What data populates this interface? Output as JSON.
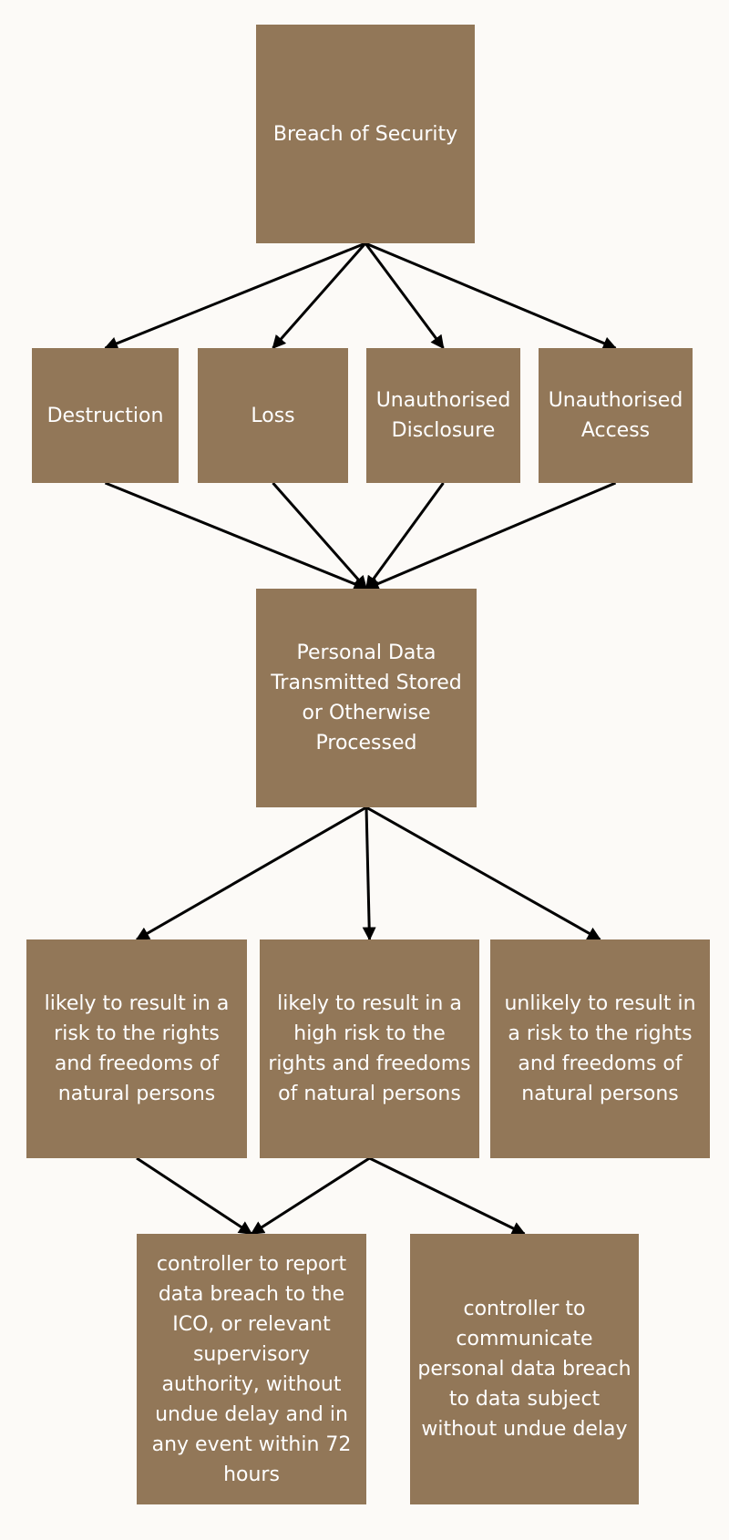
{
  "nodes": {
    "breach": "Breach of Security",
    "destruction": "Destruction",
    "loss": "Loss",
    "disclosure": "Unauthorised Disclosure",
    "access": "Unauthorised Access",
    "personal": "Personal Data Transmitted Stored or Otherwise Processed",
    "risk": "likely to result in a risk to the rights and freedoms of natural persons",
    "highrisk": "likely to result in a high risk to the rights and freedoms of natural persons",
    "unlikely": "unlikely to result in a risk to the rights and freedoms of natural persons",
    "report": "controller to report data breach to the ICO, or relevant supervisory authority, without undue delay and in any event within 72 hours",
    "communicate": "controller to communicate personal data breach to data subject without undue delay"
  },
  "colors": {
    "box_fill": "#927758",
    "box_text": "#ffffff",
    "arrow": "#000000",
    "background": "#fcfaf7"
  },
  "edges": [
    [
      "breach",
      "destruction"
    ],
    [
      "breach",
      "loss"
    ],
    [
      "breach",
      "disclosure"
    ],
    [
      "breach",
      "access"
    ],
    [
      "destruction",
      "personal"
    ],
    [
      "loss",
      "personal"
    ],
    [
      "disclosure",
      "personal"
    ],
    [
      "access",
      "personal"
    ],
    [
      "personal",
      "risk"
    ],
    [
      "personal",
      "highrisk"
    ],
    [
      "personal",
      "unlikely"
    ],
    [
      "risk",
      "report"
    ],
    [
      "highrisk",
      "report"
    ],
    [
      "highrisk",
      "communicate"
    ]
  ]
}
